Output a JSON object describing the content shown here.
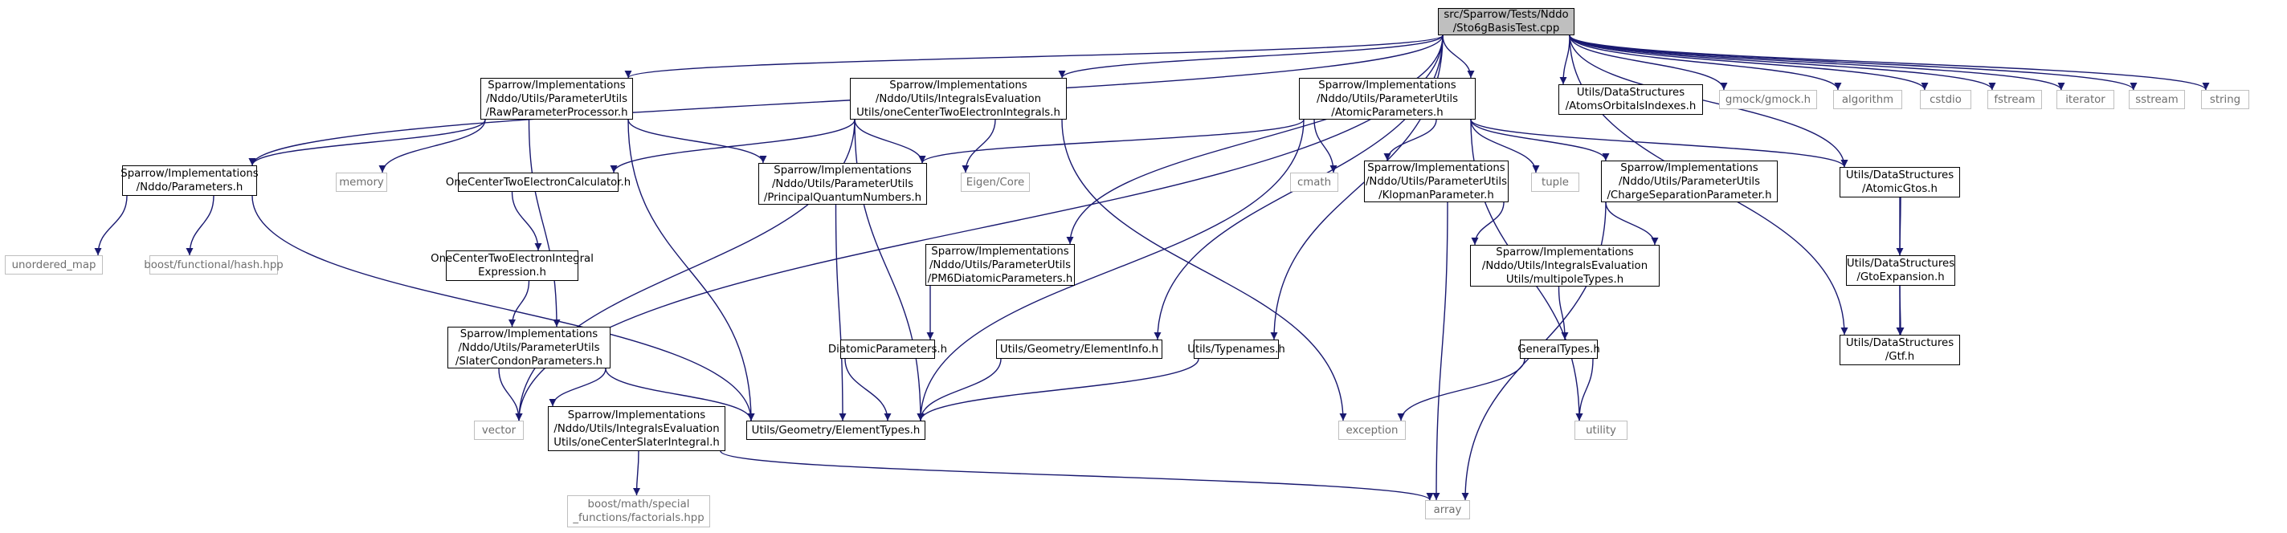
{
  "graph": {
    "edge_color": "#191970",
    "root_fill": "#bfbfbf",
    "external_border": "#bfbfbf",
    "external_text": "#6e6e6e",
    "nodes": [
      {
        "id": "root",
        "label": "src/Sparrow/Tests/Nddo\n/Sto6gBasisTest.cpp",
        "kind": "root"
      },
      {
        "id": "raw",
        "label": "Sparrow/Implementations\n/Nddo/Utils/ParameterUtils\n/RawParameterProcessor.h",
        "kind": "file"
      },
      {
        "id": "oc2ei",
        "label": "Sparrow/Implementations\n/Nddo/Utils/IntegralsEvaluation\nUtils/oneCenterTwoElectronIntegrals.h",
        "kind": "file"
      },
      {
        "id": "atomic",
        "label": "Sparrow/Implementations\n/Nddo/Utils/ParameterUtils\n/AtomicParameters.h",
        "kind": "file"
      },
      {
        "id": "aoidx",
        "label": "Utils/DataStructures\n/AtomsOrbitalsIndexes.h",
        "kind": "file"
      },
      {
        "id": "gmock",
        "label": "gmock/gmock.h",
        "kind": "external"
      },
      {
        "id": "algorithm",
        "label": "algorithm",
        "kind": "external"
      },
      {
        "id": "cstdio",
        "label": "cstdio",
        "kind": "external"
      },
      {
        "id": "fstream",
        "label": "fstream",
        "kind": "external"
      },
      {
        "id": "iterator",
        "label": "iterator",
        "kind": "external"
      },
      {
        "id": "sstream",
        "label": "sstream",
        "kind": "external"
      },
      {
        "id": "string",
        "label": "string",
        "kind": "external"
      },
      {
        "id": "params",
        "label": "Sparrow/Implementations\n/Nddo/Parameters.h",
        "kind": "file"
      },
      {
        "id": "memory",
        "label": "memory",
        "kind": "external"
      },
      {
        "id": "oc2ecalc",
        "label": "OneCenterTwoElectronCalculator.h",
        "kind": "file"
      },
      {
        "id": "pqn",
        "label": "Sparrow/Implementations\n/Nddo/Utils/ParameterUtils\n/PrincipalQuantumNumbers.h",
        "kind": "file"
      },
      {
        "id": "eigen",
        "label": "Eigen/Core",
        "kind": "external"
      },
      {
        "id": "cmath",
        "label": "cmath",
        "kind": "external"
      },
      {
        "id": "klopman",
        "label": "Sparrow/Implementations\n/Nddo/Utils/ParameterUtils\n/KlopmanParameter.h",
        "kind": "file"
      },
      {
        "id": "tuple",
        "label": "tuple",
        "kind": "external"
      },
      {
        "id": "chargesep",
        "label": "Sparrow/Implementations\n/Nddo/Utils/ParameterUtils\n/ChargeSeparationParameter.h",
        "kind": "file"
      },
      {
        "id": "atomicgtos",
        "label": "Utils/DataStructures\n/AtomicGtos.h",
        "kind": "file"
      },
      {
        "id": "umap",
        "label": "unordered_map",
        "kind": "external"
      },
      {
        "id": "boosthash",
        "label": "boost/functional/hash.hpp",
        "kind": "external"
      },
      {
        "id": "oc2eexpr",
        "label": "OneCenterTwoElectronIntegral\nExpression.h",
        "kind": "file"
      },
      {
        "id": "pm6",
        "label": "Sparrow/Implementations\n/Nddo/Utils/ParameterUtils\n/PM6DiatomicParameters.h",
        "kind": "file"
      },
      {
        "id": "multipole",
        "label": "Sparrow/Implementations\n/Nddo/Utils/IntegralsEvaluation\nUtils/multipoleTypes.h",
        "kind": "file"
      },
      {
        "id": "gtoexp",
        "label": "Utils/DataStructures\n/GtoExpansion.h",
        "kind": "file"
      },
      {
        "id": "slater",
        "label": "Sparrow/Implementations\n/Nddo/Utils/ParameterUtils\n/SlaterCondonParameters.h",
        "kind": "file"
      },
      {
        "id": "diatomic",
        "label": "DiatomicParameters.h",
        "kind": "file"
      },
      {
        "id": "eleminfo",
        "label": "Utils/Geometry/ElementInfo.h",
        "kind": "file"
      },
      {
        "id": "typenames",
        "label": "Utils/Typenames.h",
        "kind": "file"
      },
      {
        "id": "general",
        "label": "GeneralTypes.h",
        "kind": "file"
      },
      {
        "id": "gtf",
        "label": "Utils/DataStructures\n/Gtf.h",
        "kind": "file"
      },
      {
        "id": "vector",
        "label": "vector",
        "kind": "external"
      },
      {
        "id": "elemtypes",
        "label": "Utils/Geometry/ElementTypes.h",
        "kind": "file"
      },
      {
        "id": "exception",
        "label": "exception",
        "kind": "external"
      },
      {
        "id": "utility",
        "label": "utility",
        "kind": "external"
      },
      {
        "id": "ocslater",
        "label": "Sparrow/Implementations\n/Nddo/Utils/IntegralsEvaluation\nUtils/oneCenterSlaterIntegral.h",
        "kind": "file"
      },
      {
        "id": "array",
        "label": "array",
        "kind": "external"
      },
      {
        "id": "boostfact",
        "label": "boost/math/special\n_functions/factorials.hpp",
        "kind": "external"
      }
    ],
    "edges": [
      [
        "root",
        "raw"
      ],
      [
        "root",
        "oc2ei"
      ],
      [
        "root",
        "atomic"
      ],
      [
        "root",
        "aoidx"
      ],
      [
        "root",
        "gmock"
      ],
      [
        "root",
        "algorithm"
      ],
      [
        "root",
        "cstdio"
      ],
      [
        "root",
        "fstream"
      ],
      [
        "root",
        "iterator"
      ],
      [
        "root",
        "sstream"
      ],
      [
        "root",
        "string"
      ],
      [
        "root",
        "params"
      ],
      [
        "root",
        "vector"
      ],
      [
        "root",
        "pm6"
      ],
      [
        "root",
        "eleminfo"
      ],
      [
        "root",
        "typenames"
      ],
      [
        "root",
        "atomicgtos"
      ],
      [
        "root",
        "gtf"
      ],
      [
        "raw",
        "params"
      ],
      [
        "raw",
        "memory"
      ],
      [
        "raw",
        "pqn"
      ],
      [
        "raw",
        "slater"
      ],
      [
        "raw",
        "elemtypes"
      ],
      [
        "oc2ei",
        "oc2ecalc"
      ],
      [
        "oc2ei",
        "pqn"
      ],
      [
        "oc2ei",
        "eigen"
      ],
      [
        "oc2ei",
        "vector"
      ],
      [
        "oc2ei",
        "elemtypes"
      ],
      [
        "oc2ei",
        "exception"
      ],
      [
        "atomic",
        "pqn"
      ],
      [
        "atomic",
        "cmath"
      ],
      [
        "atomic",
        "klopman"
      ],
      [
        "atomic",
        "tuple"
      ],
      [
        "atomic",
        "chargesep"
      ],
      [
        "atomic",
        "atomicgtos"
      ],
      [
        "atomic",
        "elemtypes"
      ],
      [
        "atomic",
        "utility"
      ],
      [
        "params",
        "umap"
      ],
      [
        "params",
        "boosthash"
      ],
      [
        "params",
        "elemtypes"
      ],
      [
        "oc2ecalc",
        "oc2eexpr"
      ],
      [
        "oc2eexpr",
        "slater"
      ],
      [
        "pqn",
        "elemtypes"
      ],
      [
        "klopman",
        "multipole"
      ],
      [
        "klopman",
        "array"
      ],
      [
        "chargesep",
        "multipole"
      ],
      [
        "chargesep",
        "array"
      ],
      [
        "atomicgtos",
        "gtoexp"
      ],
      [
        "atomicgtos",
        "gtf"
      ],
      [
        "gtoexp",
        "gtf"
      ],
      [
        "pm6",
        "diatomic"
      ],
      [
        "diatomic",
        "elemtypes"
      ],
      [
        "multipole",
        "general"
      ],
      [
        "general",
        "exception"
      ],
      [
        "general",
        "utility"
      ],
      [
        "slater",
        "vector"
      ],
      [
        "slater",
        "elemtypes"
      ],
      [
        "slater",
        "ocslater"
      ],
      [
        "eleminfo",
        "elemtypes"
      ],
      [
        "typenames",
        "elemtypes"
      ],
      [
        "ocslater",
        "boostfact"
      ],
      [
        "ocslater",
        "array"
      ]
    ]
  }
}
